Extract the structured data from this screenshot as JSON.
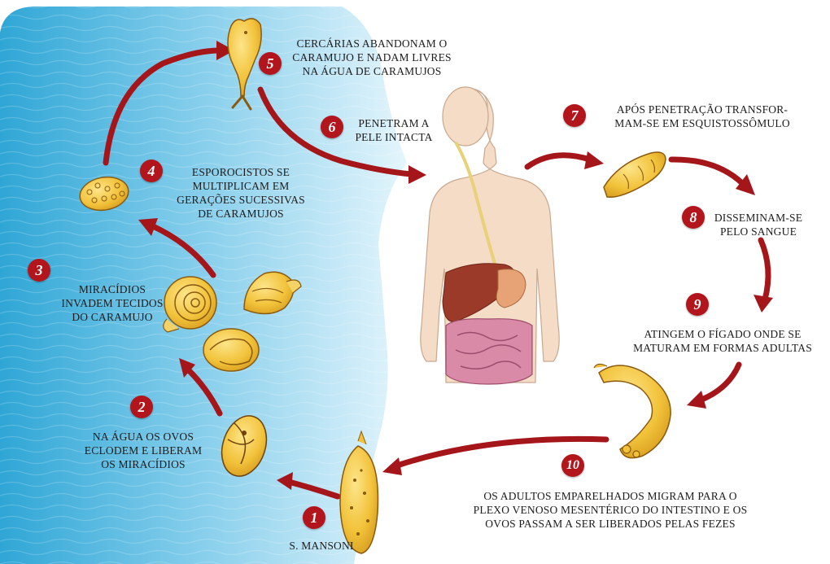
{
  "colors": {
    "water_light": "#dff3fb",
    "water_dark": "#2fa6d6",
    "arrow": "#a5161b",
    "badge": "#b3151c",
    "body_skin": "#f5dcc6",
    "organism": "#f2c23a",
    "organism_outline": "#8a5a10"
  },
  "steps": [
    {
      "num": "1",
      "text": "S. MANSONI"
    },
    {
      "num": "2",
      "text": "NA ÁGUA OS OVOS\nECLODEM E LIBERAM\nOS MIRACÍDIOS"
    },
    {
      "num": "3",
      "text": "MIRACÍDIOS\nINVADEM TECIDOS\nDO CARAMUJO"
    },
    {
      "num": "4",
      "text": "ESPOROCISTOS SE\nMULTIPLICAM EM\nGERAÇÕES SUCESSIVAS\nDE CARAMUJOS"
    },
    {
      "num": "5",
      "text": "CERCÁRIAS ABANDONAM O\nCARAMUJO E NADAM LIVRES\nNA ÁGUA DE CARAMUJOS"
    },
    {
      "num": "6",
      "text": "PENETRAM A\nPELE INTACTA"
    },
    {
      "num": "7",
      "text": "APÓS PENETRAÇÃO TRANSFOR-\nMAM-SE EM ESQUISTOSSÔMULO"
    },
    {
      "num": "8",
      "text": "DISSEMINAM-SE\nPELO SANGUE"
    },
    {
      "num": "9",
      "text": "ATINGEM O FÍGADO ONDE SE\nMATURAM EM FORMAS ADULTAS"
    },
    {
      "num": "10",
      "text": "OS ADULTOS EMPARELHADOS MIGRAM PARA O\nPLEXO VENOSO MESENTÉRICO DO INTESTINO E OS\nOVOS PASSAM A SER LIBERADOS PELAS FEZES"
    }
  ]
}
